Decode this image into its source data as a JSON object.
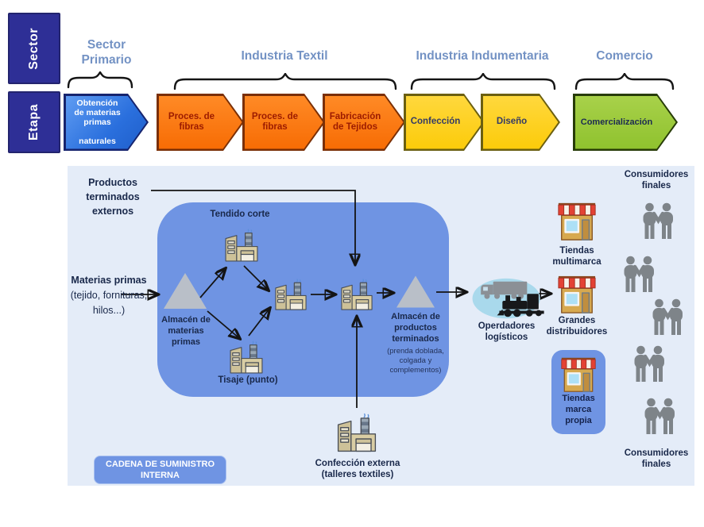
{
  "colors": {
    "axis_box": "#2e2f96",
    "stage_blue": "#2a6fdd",
    "stage_orange": "#f76c04",
    "stage_yellow": "#fccb0a",
    "stage_green": "#8fc22e",
    "group_label": "#7392c4",
    "diagram_bg": "#e4ecf8",
    "inner_box": "#6f94e3",
    "triangle": "#b9bfc8",
    "people": "#7e8489"
  },
  "header": {
    "row_labels": [
      "Sector",
      "Etapa"
    ],
    "groups": [
      {
        "label": "Sector\nPrimario"
      },
      {
        "label": "Industria Textil"
      },
      {
        "label": "Industria Indumentaria"
      },
      {
        "label": "Comercio"
      }
    ],
    "stages": [
      {
        "label": "Obtención\nde materias\nprimas\n\nnaturales"
      },
      {
        "label": "Proces. de\nfibras"
      },
      {
        "label": "Proces. de\nfibras"
      },
      {
        "label": "Fabricación\nde Tejidos"
      },
      {
        "label": "Confección"
      },
      {
        "label": "Diseño"
      },
      {
        "label": "Comercialización"
      }
    ]
  },
  "diagram": {
    "productos_externos": "Productos\nterminados\nexternos",
    "materias_primas_bold": "Materias primas",
    "materias_primas_rest": "(tejido, fornituras, hilos...)",
    "internal_chain": {
      "badge": "CADENA DE SUMINISTRO\nINTERNA",
      "almacen_mp": "Almacén de\nmaterias\nprimas",
      "tendido": "Tendido corte",
      "tisaje": "Tisaje (punto)",
      "almacen_pt": "Almacén de\nproductos\nterminados",
      "almacen_pt_note": "(prenda doblada,\ncolgada y\ncomplementos)"
    },
    "external_workshop": "Confección externa\n(talleres textiles)",
    "logistics": "Operdadores\nlogísticos",
    "channels": {
      "multimarca": "Tiendas\nmultimarca",
      "grandes": "Grandes\ndistribuidores",
      "marca_propia": "Tiendas\nmarca\npropia"
    },
    "consumers_top": "Consumidores\nfinales",
    "consumers_bottom": "Consumidores\nfinales"
  }
}
